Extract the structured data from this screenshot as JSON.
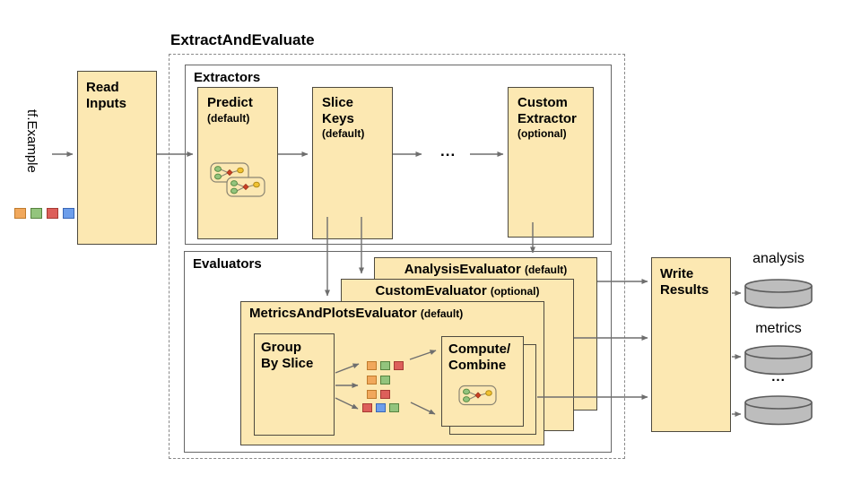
{
  "colors": {
    "box_fill": "#fce8b2",
    "cylinder_fill": "#bdbdbd",
    "squares": {
      "orange": {
        "fill": "#f1a85c",
        "border": "#bf7b2d"
      },
      "green": {
        "fill": "#93c47d",
        "border": "#57833f"
      },
      "red": {
        "fill": "#dd5f5a",
        "border": "#a63a33"
      },
      "blue": {
        "fill": "#6d9eeb",
        "border": "#3a67b5"
      }
    }
  },
  "input": {
    "label": "tf.Example",
    "squares": [
      "orange",
      "green",
      "red",
      "blue"
    ]
  },
  "read_inputs": {
    "label": "Read\nInputs"
  },
  "pipeline": {
    "title": "ExtractAndEvaluate",
    "extractors": {
      "label": "Extractors",
      "predict": {
        "name": "Predict",
        "qualifier": "(default)"
      },
      "slice_keys": {
        "name": "Slice\nKeys",
        "qualifier": "(default)"
      },
      "ellipsis": "...",
      "custom": {
        "name": "Custom\nExtractor",
        "qualifier": "(optional)"
      }
    },
    "evaluators": {
      "label": "Evaluators",
      "analysis": {
        "name": "AnalysisEvaluator",
        "qualifier": "(default)"
      },
      "custom": {
        "name": "CustomEvaluator",
        "qualifier": "(optional)"
      },
      "metrics_plots": {
        "name": "MetricsAndPlotsEvaluator",
        "qualifier": "(default)"
      },
      "group_by_slice": {
        "label": "Group\nBy Slice"
      },
      "compute_combine": {
        "label": "Compute/\nCombine"
      },
      "slice_rows": [
        [
          "orange",
          "green",
          "red"
        ],
        [
          "orange",
          "green"
        ],
        [
          "orange",
          "red"
        ],
        [
          "red",
          "blue",
          "green"
        ]
      ]
    }
  },
  "write_results": {
    "label": "Write\nResults"
  },
  "outputs": {
    "items": [
      {
        "label": "analysis"
      },
      {
        "label": "metrics"
      },
      {
        "label": "..."
      }
    ]
  }
}
